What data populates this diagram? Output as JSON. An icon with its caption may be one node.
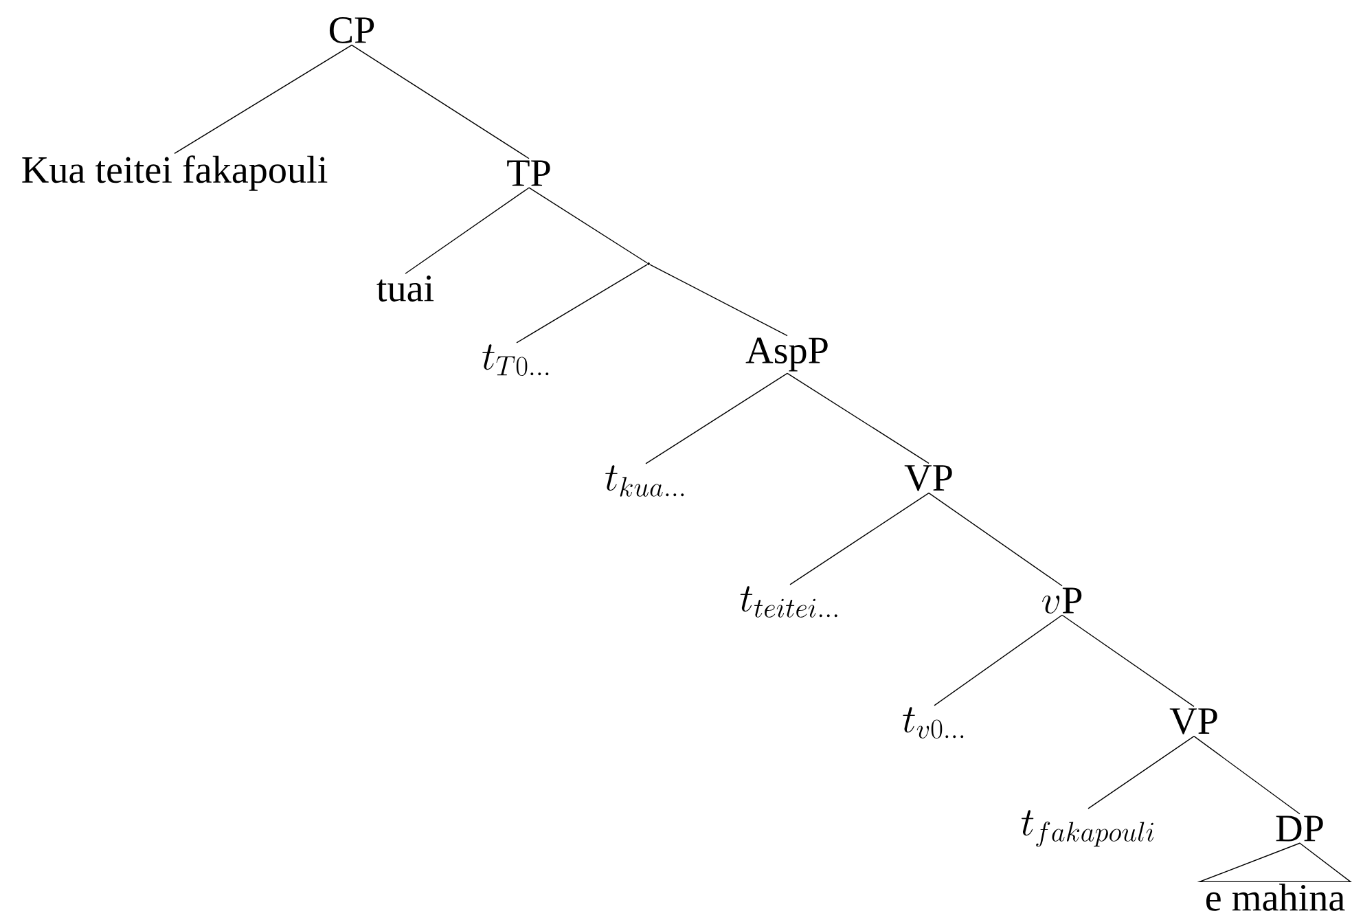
{
  "diagram": {
    "nodes": [
      {
        "text": [
          "CP"
        ]
      },
      {
        "text": [
          "Kua teitei fakapouli"
        ]
      },
      {
        "text": [
          "TP"
        ]
      },
      {
        "text": [],
        "shape": "point"
      },
      {
        "text": [
          "tuai"
        ]
      },
      {
        "text": [
          "t_{T0...}"
        ]
      },
      {
        "text": [
          "AspP"
        ]
      },
      {
        "text": [
          "t_{kua...}"
        ]
      },
      {
        "text": [
          "VP"
        ]
      },
      {
        "text": [
          "t_{teitei...}"
        ]
      },
      {
        "text": [
          "v\\mathrm{P}"
        ]
      },
      {
        "text": [
          "t_{v0...}"
        ]
      },
      {
        "text": [
          "VP"
        ]
      },
      {
        "text": [
          "t_{fakapouli}"
        ]
      },
      {
        "text": [
          "DP"
        ]
      },
      {
        "text": [
          "e mahina"
        ]
      }
    ],
    "edges": [
      {
        "from": 0,
        "to": 1,
        "arrow": "none"
      },
      {
        "from": 0,
        "to": 2,
        "arrow": "none"
      },
      {
        "from": 2,
        "to": 4,
        "arrow": "none"
      },
      {
        "from": 2,
        "to": 3,
        "arrow": "none"
      },
      {
        "from": 3,
        "to": 5,
        "arrow": "none"
      },
      {
        "from": 3,
        "to": 6,
        "arrow": "none"
      },
      {
        "from": 6,
        "to": 7,
        "arrow": "none"
      },
      {
        "from": 6,
        "to": 8,
        "arrow": "none"
      },
      {
        "from": 8,
        "to": 9,
        "arrow": "none"
      },
      {
        "from": 8,
        "to": 10,
        "arrow": "none"
      },
      {
        "from": 10,
        "to": 11,
        "arrow": "none"
      },
      {
        "from": 10,
        "to": 12,
        "arrow": "none"
      },
      {
        "from": 12,
        "to": 13,
        "arrow": "none"
      },
      {
        "from": 12,
        "to": 14,
        "arrow": "none"
      },
      {
        "from": 14,
        "to": 15,
        "arrow": "none"
      }
    ]
  }
}
